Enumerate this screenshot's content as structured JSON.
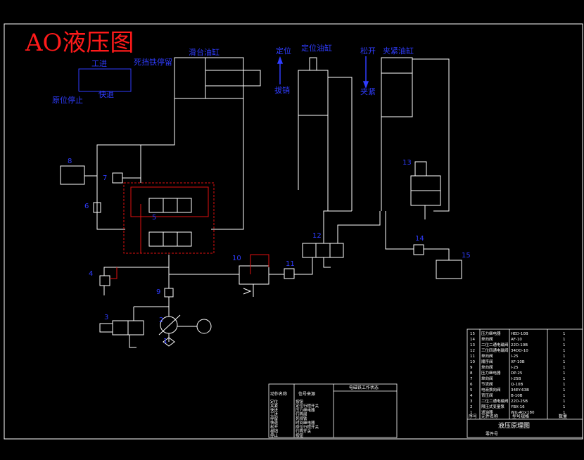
{
  "title": "AO液压图",
  "colors": {
    "background": "#000000",
    "line": "#ffffff",
    "label": "#2f3cff",
    "title": "#ff1a1a",
    "highlight": "#e01010"
  },
  "top_labels": {
    "cylinder1": "滑台油缸",
    "dingwei": "定位",
    "dingwei_cyl": "定位油缸",
    "songkai": "松开",
    "jiajin": "夹紧油缸",
    "bajin": "拔销",
    "jiajin2": "夹紧"
  },
  "cycle_labels": {
    "gongjin": "工进",
    "dingya": "死挡铁停留",
    "kuaitui": "快退",
    "yuanwei": "原位停止"
  },
  "component_numbers": [
    "1",
    "2",
    "3",
    "4",
    "5",
    "6",
    "7",
    "8",
    "9",
    "10",
    "11",
    "12",
    "13",
    "14",
    "15"
  ],
  "parts_table": {
    "rows": [
      {
        "no": "15",
        "name": "压力继电器",
        "model": "HED-10B",
        "qty": "1"
      },
      {
        "no": "14",
        "name": "单向阀",
        "model": "AF-10",
        "qty": "1"
      },
      {
        "no": "13",
        "name": "二位二通电磁阀",
        "model": "22D-10B",
        "qty": "1"
      },
      {
        "no": "12",
        "name": "三位四通电磁阀",
        "model": "34DO-10",
        "qty": "1"
      },
      {
        "no": "11",
        "name": "单向阀",
        "model": "I-25",
        "qty": "1"
      },
      {
        "no": "10",
        "name": "顺序阀",
        "model": "XF-10B",
        "qty": "1"
      },
      {
        "no": "9",
        "name": "单向阀",
        "model": "I-25",
        "qty": "1"
      },
      {
        "no": "8",
        "name": "压力继电器",
        "model": "DP-25",
        "qty": "1"
      },
      {
        "no": "7",
        "name": "单向阀",
        "model": "I-25B",
        "qty": "1"
      },
      {
        "no": "6",
        "name": "节流阀",
        "model": "Q-10B",
        "qty": "1"
      },
      {
        "no": "5",
        "name": "电液换向阀",
        "model": "34EY-63B",
        "qty": "1"
      },
      {
        "no": "4",
        "name": "背压阀",
        "model": "B-10B",
        "qty": "1"
      },
      {
        "no": "3",
        "name": "二位二通电磁阀",
        "model": "22D-25B",
        "qty": "1"
      },
      {
        "no": "2",
        "name": "限压式变量泵",
        "model": "YBX-16",
        "qty": "1"
      },
      {
        "no": "1",
        "name": "滤油器",
        "model": "WU-40×180",
        "qty": "1"
      }
    ],
    "header": {
      "no": "序号",
      "name": "元件名称",
      "model": "型号规格",
      "qty": "数量"
    },
    "drawing_title": "液压原理图",
    "drawing_no": "零件号"
  },
  "action_table": {
    "header_action": "动作名称",
    "header_signal": "信号来源",
    "header_states": "电磁铁工作状态",
    "rows": [
      {
        "action": "定位",
        "signal": "按钮"
      },
      {
        "action": "夹紧",
        "signal": "定位行程开关"
      },
      {
        "action": "快进",
        "signal": "压力继电器"
      },
      {
        "action": "工进",
        "signal": "行程阀"
      },
      {
        "action": "停留",
        "signal": "死挡铁"
      },
      {
        "action": "快退",
        "signal": "时间继电器"
      },
      {
        "action": "松开",
        "signal": "原位行程开关"
      },
      {
        "action": "拔销",
        "signal": "行程开关"
      },
      {
        "action": "停止",
        "signal": "按钮"
      }
    ]
  }
}
